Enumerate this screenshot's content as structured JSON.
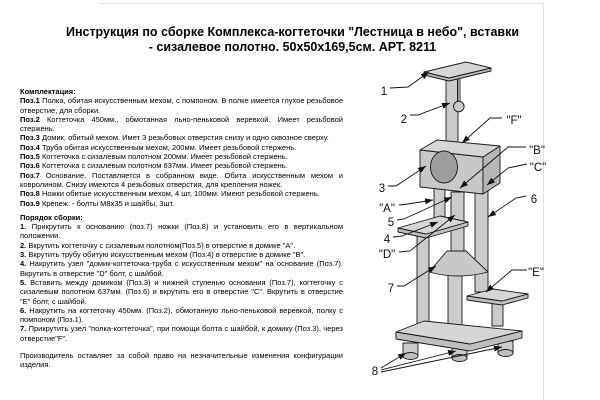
{
  "title": {
    "line1": "Инструкция по сборке Комплекса-когтеточки \"Лестница в небо\", вставки",
    "line2": "- сизалевое полотно. 50х50х169,5см. АРТ. 8211"
  },
  "parts": {
    "heading": "Комплектация:",
    "items": [
      {
        "label": "Поз.1",
        "text": "Полка, обитая искусственным мехом, с помпоном. В полке имеется глухое резьбовое отверстие, для сборки."
      },
      {
        "label": "Поз.2",
        "text": "Когтеточка 450мм., обмотанная льно-пеньковой веревкой. Имеет резьбовой стержень."
      },
      {
        "label": "Поз.3",
        "text": "Домик, обитый мехом. Имет 3 резьбовых отверстия снизу и одно сквозное сверху."
      },
      {
        "label": "Поз.4",
        "text": "Труба обитая искусственным мехом, 200мм. Имеет резьбовой стержень."
      },
      {
        "label": "Поз.5",
        "text": "Когтеточка с сизалевым полотном 200мм. Имеет резьбовой стержень."
      },
      {
        "label": "Поз.6",
        "text": "Когтеточка с сизалевым полотном 637мм. Имеет резьбовой стержень."
      },
      {
        "label": "Поз.7",
        "text": "Основание. Поставляется в собранном виде. Обита искусственным мехом и ковролином. Снизу имеются 4 резьбовых отверстия, для крепления ножек."
      },
      {
        "label": "Поз.8",
        "text": "Ножки обитые искусственным мехом, 4 шт, 100мм. Имеют резьбовой стержень."
      },
      {
        "label": "Поз.9",
        "text": "Крепеж. - болты М8х35 и шайбы, 3шт."
      }
    ]
  },
  "assembly": {
    "heading": "Порядок сборки:",
    "steps": [
      {
        "num": "1.",
        "text": "Прикрутить к основанию (поз.7) ножки (Поз.8) и установить его в вертикальном положении."
      },
      {
        "num": "2.",
        "text": "Вкрутить когтеточку с сизалевым полотном(Поз.5) в отверстие в домике \"А\"."
      },
      {
        "num": "3.",
        "text": "Вкрутить трубу обитую искусственным мехом (Поз.4) в отверстие в домике \"В\"."
      },
      {
        "num": "4.",
        "text": "Накрутить узел \"домик-когтеточка-труба с искусственным мехом\" на основание (Поз.7). Вкрутить в отверстие \"D\" болт, с шайбой."
      },
      {
        "num": "5.",
        "text": "Вставить между домиком (Поз.3) и нижней ступенью основания (Поз.7), когтеточку с сизалевым полотном 637мм. (Поз.6) и вкрутить его в отверстие \"С\". Вкрутить в отверстие \"Е\" болт, с шайбой."
      },
      {
        "num": "6.",
        "text": "Накрутить на когтеточку 450мм. (Поз.2), обмотанную льно-пеньковой веревкой, полку с помпоном (Поз.1)."
      },
      {
        "num": "7.",
        "text": "Прикрутить узел \"полка-когтеточка\", при помощи болта с шайбой, к домику (Поз.3), через отверстие\"F\"."
      }
    ]
  },
  "footer": {
    "note": "Производитель оставляет за собой право на незначительные изменения конфигурации изделия."
  },
  "diagram": {
    "labels": {
      "n1": "1",
      "n2": "2",
      "n3": "3",
      "n4": "4",
      "n5": "5",
      "n6": "6",
      "n7": "7",
      "n8": "8",
      "hA": "\"A\"",
      "hB": "\"B\"",
      "hC": "\"C\"",
      "hD": "\"D\"",
      "hE": "\"E\"",
      "hF": "\"F\""
    },
    "colors": {
      "part_top": "#d6d6d6",
      "part_front": "#c8c8c8",
      "part_side": "#b7b7b7",
      "hole": "#9e9e9e",
      "outline": "#1a1a1a"
    }
  }
}
